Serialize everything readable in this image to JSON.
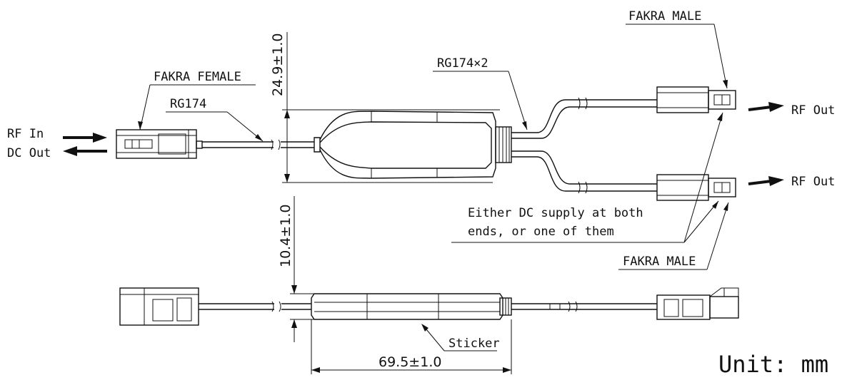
{
  "labels": {
    "fakra_female": "FAKRA FEMALE",
    "rg174": "RG174",
    "rg174x2": "RG174×2",
    "fakra_male_top": "FAKRA MALE",
    "fakra_male_bottom": "FAKRA MALE",
    "rf_in": "RF In",
    "dc_out": "DC Out",
    "rf_out_1": "RF Out",
    "rf_out_2": "RF Out",
    "note_line1": "Either DC supply at both",
    "note_line2": "ends, or one of them",
    "sticker": "Sticker",
    "unit": "Unit: mm"
  },
  "dimensions": {
    "height_top": "24.9±1.0",
    "height_side": "10.4±1.0",
    "length_body": "69.5±1.0"
  }
}
